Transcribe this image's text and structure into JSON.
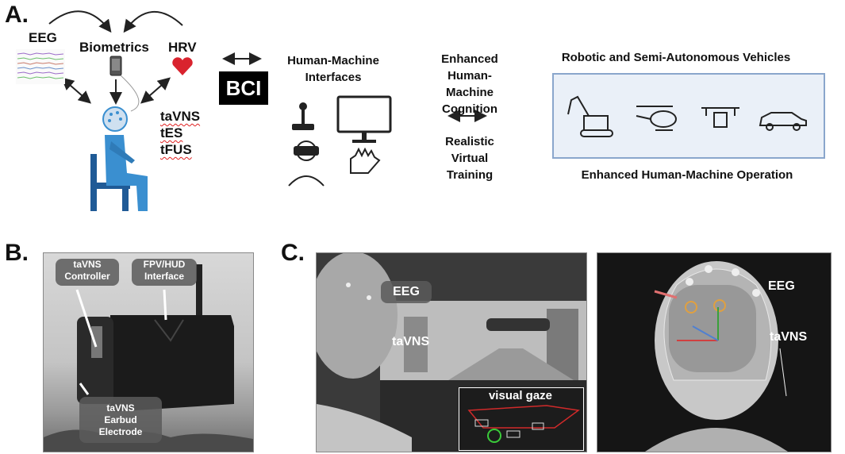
{
  "panel_a": {
    "letter": "A.",
    "eeg": "EEG",
    "biometrics": "Biometrics",
    "hrv": "HRV",
    "stimulation": [
      "taVNS",
      "tES",
      "tFUS"
    ],
    "bci": "BCI",
    "hmi_title": [
      "Human-Machine",
      "Interfaces"
    ],
    "cognition": [
      "Enhanced",
      "Human-Machine",
      "Cognition"
    ],
    "training": [
      "Realistic",
      "Virtual",
      "Training"
    ],
    "vehicles_title": "Robotic and Semi-Autonomous Vehicles",
    "operation": "Enhanced Human-Machine Operation",
    "icons": [
      "person-seated-icon",
      "phone-sensor-icon",
      "heart-icon",
      "joystick-icon",
      "monitor-icon",
      "vr-headset-icon",
      "glove-icon",
      "excavator-icon",
      "helicopter-icon",
      "drone-icon",
      "car-icon"
    ],
    "colors": {
      "heart": "#d9232e",
      "person": "#3a8fd0",
      "box_border": "#8aa6cc",
      "box_fill": "#eaf0f8"
    }
  },
  "panel_b": {
    "letter": "B.",
    "controller": [
      "taVNS",
      "Controller"
    ],
    "interface": [
      "FPV/HUD",
      "Interface"
    ],
    "electrode": [
      "taVNS",
      "Earbud",
      "Electrode"
    ]
  },
  "panel_c": {
    "letter": "C.",
    "eeg_left": "EEG",
    "tavns_left": "taVNS",
    "gaze": "visual gaze",
    "eeg_right": "EEG",
    "tavns_right": "taVNS"
  }
}
